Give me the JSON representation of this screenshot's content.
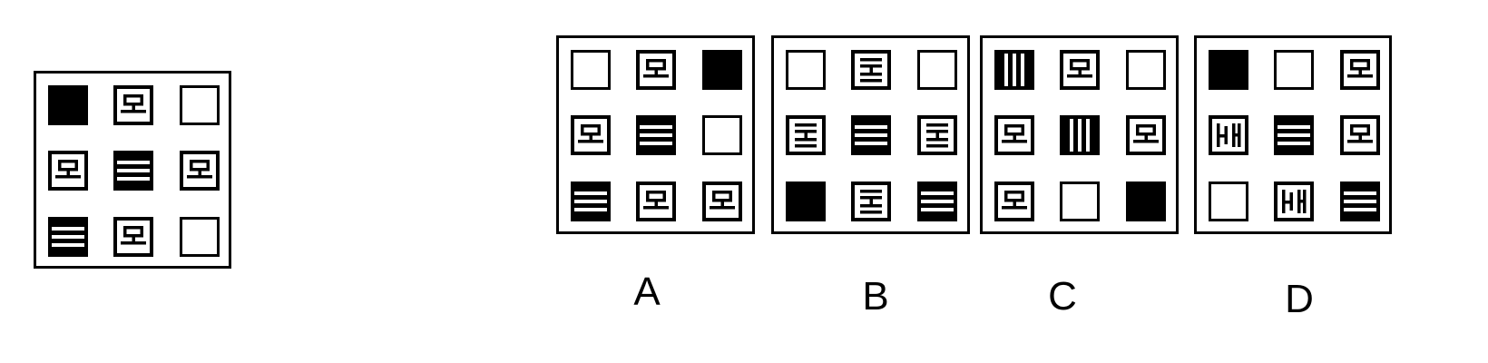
{
  "question": {
    "tiles": [
      "black",
      "symbol",
      "white",
      "symbol",
      "hstripes",
      "symbol",
      "hstripes",
      "symbol",
      "white"
    ]
  },
  "options": [
    {
      "label": "A",
      "tiles": [
        "white",
        "symbol",
        "black",
        "symbol",
        "hstripes",
        "white",
        "hstripes",
        "symbol",
        "symbol"
      ]
    },
    {
      "label": "B",
      "tiles": [
        "white",
        "symbol-alt",
        "white",
        "symbol-alt",
        "hstripes",
        "symbol-alt",
        "black",
        "symbol-alt",
        "hstripes"
      ]
    },
    {
      "label": "C",
      "tiles": [
        "vstripes",
        "symbol",
        "white",
        "symbol",
        "vstripes",
        "symbol",
        "symbol",
        "white",
        "black"
      ]
    },
    {
      "label": "D",
      "tiles": [
        "black",
        "white",
        "symbol",
        "symbol-mirror",
        "hstripes",
        "symbol",
        "white",
        "symbol-mirror",
        "hstripes"
      ]
    }
  ]
}
